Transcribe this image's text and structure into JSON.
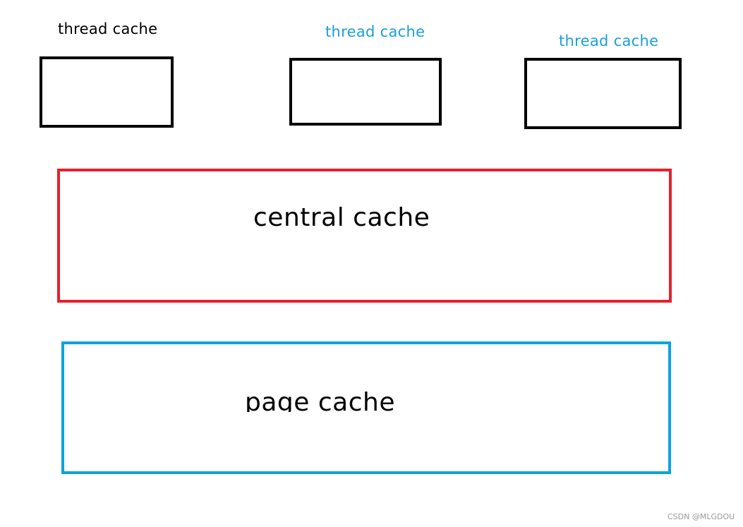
{
  "thread_caches": [
    {
      "label": "thread cache",
      "label_color": "#000000"
    },
    {
      "label": "thread cache",
      "label_color": "#1a9fd9"
    },
    {
      "label": "thread cache",
      "label_color": "#1a9fd9"
    }
  ],
  "central_cache": {
    "label": "central cache",
    "border_color": "#e8202e"
  },
  "page_cache": {
    "label": "page cache",
    "border_color": "#0ea2df"
  },
  "watermark": "CSDN @MLGDOU"
}
